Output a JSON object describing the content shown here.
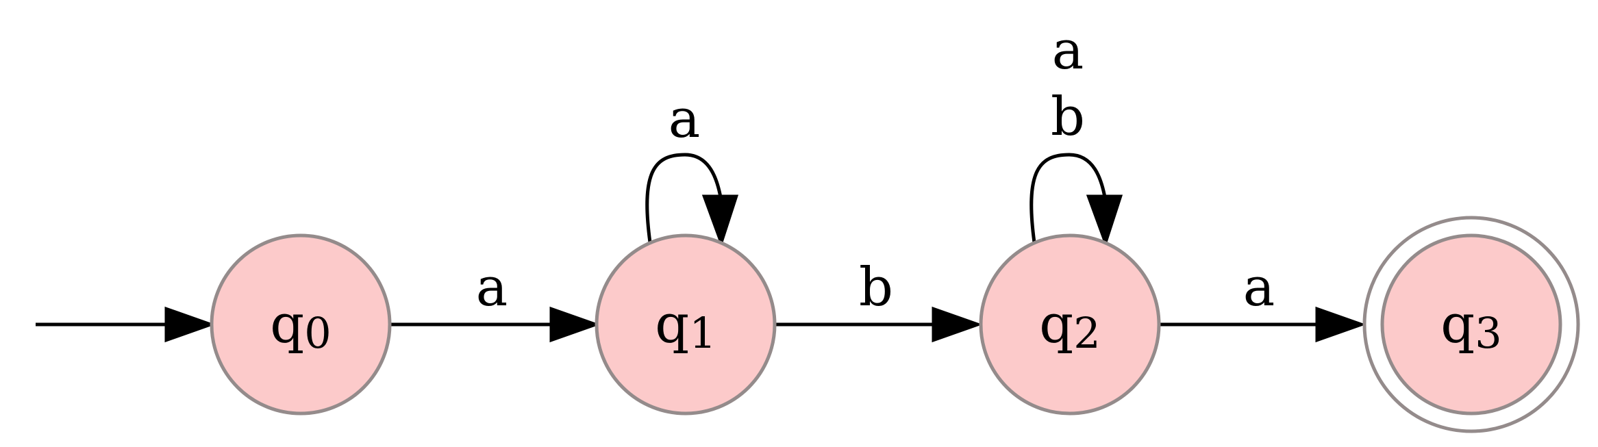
{
  "diagram": {
    "states": [
      {
        "id": "q0",
        "base": "q",
        "sub": "0",
        "accepting": false
      },
      {
        "id": "q1",
        "base": "q",
        "sub": "1",
        "accepting": false
      },
      {
        "id": "q2",
        "base": "q",
        "sub": "2",
        "accepting": false
      },
      {
        "id": "q3",
        "base": "q",
        "sub": "3",
        "accepting": true
      }
    ],
    "transitions": [
      {
        "from": "q0",
        "to": "q1",
        "label": "a"
      },
      {
        "from": "q1",
        "to": "q1",
        "label": "a"
      },
      {
        "from": "q1",
        "to": "q2",
        "label": "b"
      },
      {
        "from": "q2",
        "to": "q2",
        "label": "b"
      },
      {
        "from": "q2",
        "to": "q2",
        "label": "a"
      },
      {
        "from": "q2",
        "to": "q3",
        "label": "a"
      }
    ],
    "colors": {
      "state_fill": "#fccaca",
      "state_stroke": "#948b8b",
      "edge": "#000000"
    }
  }
}
